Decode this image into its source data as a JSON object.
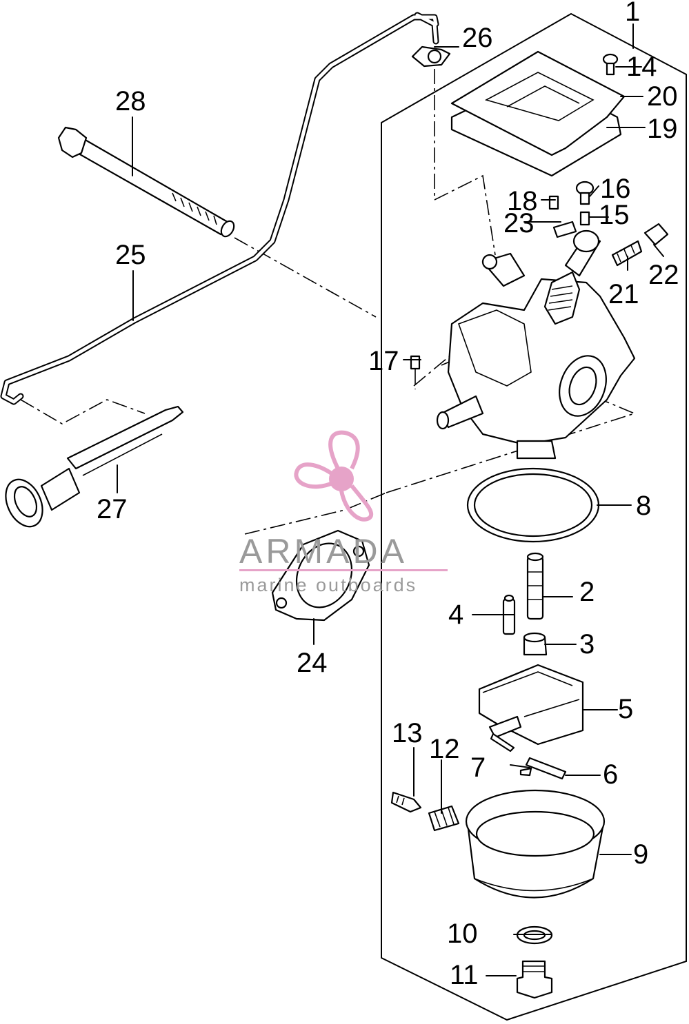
{
  "diagram": {
    "part_labels": [
      "1",
      "2",
      "3",
      "4",
      "5",
      "6",
      "7",
      "8",
      "9",
      "10",
      "11",
      "12",
      "13",
      "14",
      "15",
      "16",
      "17",
      "18",
      "19",
      "20",
      "21",
      "22",
      "23",
      "24",
      "25",
      "26",
      "27",
      "28"
    ]
  },
  "watermark": {
    "brand": "ARMADA",
    "tagline": "marine outboards",
    "brand_color": "#9a9a9a",
    "accent_color": "#e6a3c8",
    "icon": "propeller-icon"
  }
}
